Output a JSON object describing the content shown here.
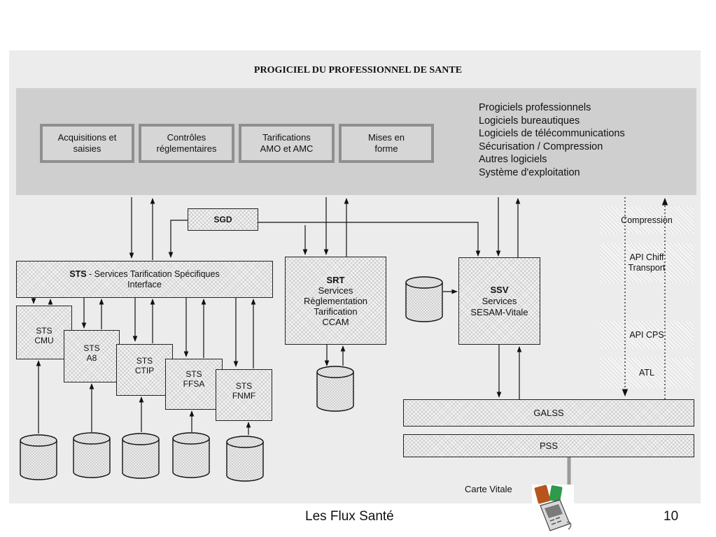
{
  "title": "PROGICIEL DU PROFESSIONNEL DE SANTE",
  "modules": [
    "Acquisitions et\nsaisies",
    "Contrôles\nréglementaires",
    "Tarifications\nAMO et AMC",
    "Mises en\nforme"
  ],
  "software_list": [
    "Progiciels professionnels",
    "Logiciels bureautiques",
    "Logiciels de télécommunications",
    "Sécurisation / Compression",
    "Autres logiciels",
    "Système d'exploitation"
  ],
  "sgd": "SGD",
  "sts_interface": {
    "bold": "STS",
    "rest": " - Services  Tarification  Spécifiques",
    "line2": "Interface"
  },
  "sts_boxes": [
    "STS\nCMU",
    "STS\nA8",
    "STS\nCTIP",
    "STS\nFFSA",
    "STS\nFNMF"
  ],
  "srt": {
    "bold": "SRT",
    "rest": "Services\nRèglementation\nTarification\nCCAM"
  },
  "ssv": {
    "bold": "SSV",
    "rest": "Services\nSESAM-Vitale"
  },
  "side_blocks": [
    "Compression",
    "API Chiff\nTransport",
    "API CPS",
    "ATL"
  ],
  "galss": "GALSS",
  "pss": "PSS",
  "carte_vitale": "Carte Vitale",
  "footer": {
    "title": "Les Flux Santé",
    "page": "10"
  }
}
